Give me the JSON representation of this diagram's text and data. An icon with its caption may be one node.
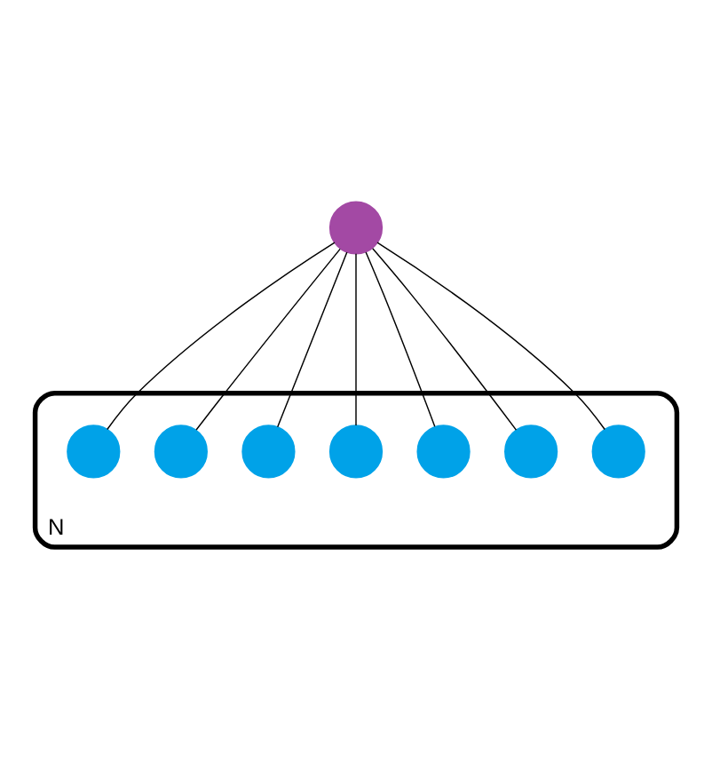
{
  "diagram": {
    "nodes": [
      {
        "text": [],
        "shape": "circle"
      },
      {
        "text": [
          "N"
        ]
      },
      {
        "text": [],
        "shape": "circle",
        "in": 1
      },
      {
        "text": [],
        "shape": "circle",
        "in": 1
      },
      {
        "text": [],
        "shape": "circle",
        "in": 1
      },
      {
        "text": [],
        "shape": "circle",
        "in": 1
      },
      {
        "text": [],
        "shape": "circle",
        "in": 1
      },
      {
        "text": [],
        "shape": "circle",
        "in": 1
      },
      {
        "text": [],
        "shape": "circle",
        "in": 1
      }
    ],
    "edges": [
      {
        "from": 0,
        "to": 2,
        "arrow": "none"
      },
      {
        "from": 0,
        "to": 3,
        "arrow": "none"
      },
      {
        "from": 0,
        "to": 4,
        "arrow": "none"
      },
      {
        "from": 0,
        "to": 5,
        "arrow": "none"
      },
      {
        "from": 0,
        "to": 6,
        "arrow": "none"
      },
      {
        "from": 0,
        "to": 7,
        "arrow": "none"
      },
      {
        "from": 0,
        "to": 8,
        "arrow": "none"
      }
    ]
  }
}
